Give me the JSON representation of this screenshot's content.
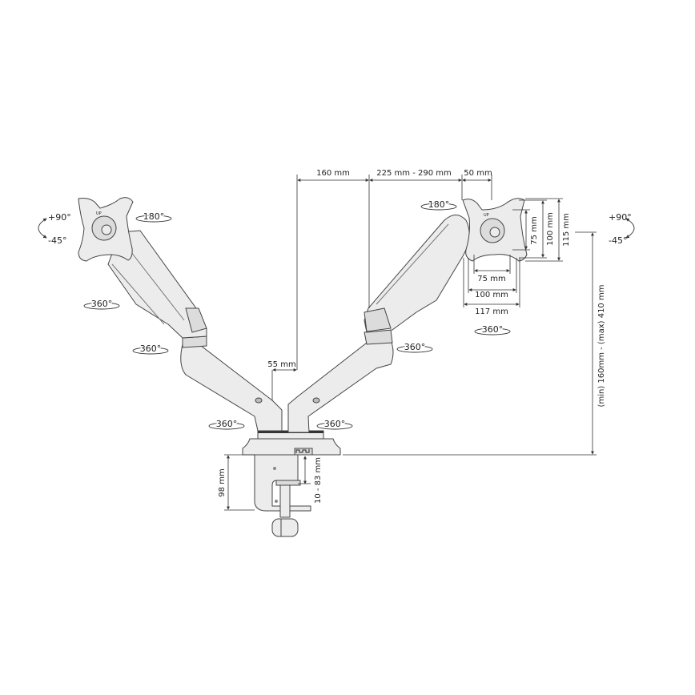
{
  "dimensions": {
    "arm_offset": "160 mm",
    "arm_extension": "225 mm - 290 mm",
    "plate_offset": "50 mm",
    "vesa_h_75": "75 mm",
    "vesa_h_100": "100 mm",
    "plate_width": "117 mm",
    "vesa_v_75": "75 mm",
    "vesa_v_100": "100 mm",
    "plate_height": "115 mm",
    "pole_gap": "55 mm",
    "height_range": "(min) 160mm - (max) 410 mm",
    "clamp_height": "98 mm",
    "desk_thickness": "10 - 83 mm"
  },
  "rotations": {
    "left_tilt_up": "+90°",
    "left_tilt_down": "-45°",
    "left_swivel": "180°",
    "left_arm_upper": "360°",
    "left_arm_lower": "360°",
    "left_base": "360°",
    "right_tilt_up": "+90°",
    "right_tilt_down": "-45°",
    "right_swivel": "180°",
    "right_plate": "360°",
    "right_arm_lower": "360°",
    "right_base": "360°"
  },
  "plate_marks": {
    "up_label": "UP"
  }
}
